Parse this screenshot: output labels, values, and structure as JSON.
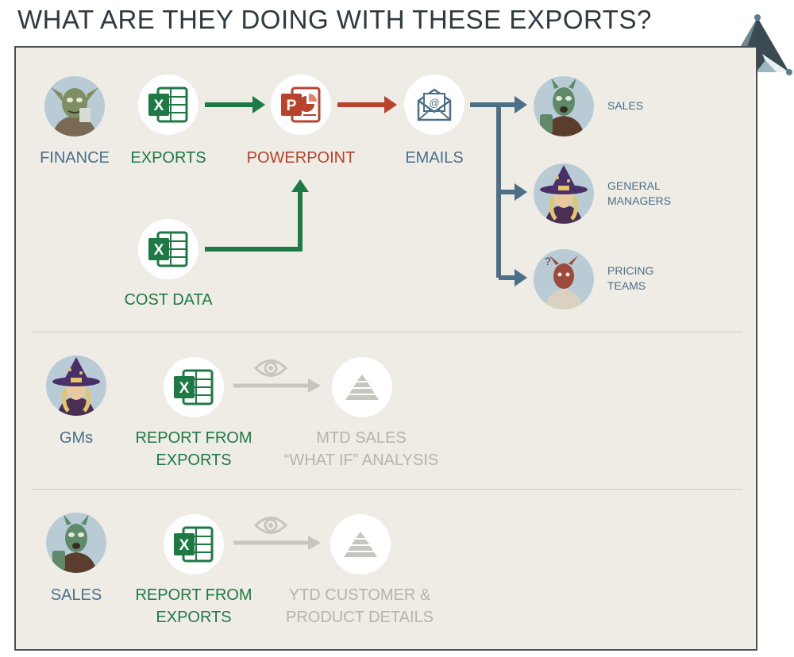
{
  "title": "WHAT ARE THEY DOING WITH THESE EXPORTS?",
  "flow": {
    "finance": "FINANCE",
    "exports": "EXPORTS",
    "powerpoint": "POWERPOINT",
    "emails": "EMAILS",
    "cost_data": "COST DATA",
    "recipients": {
      "sales": "SALES",
      "general_managers_line1": "GENERAL",
      "general_managers_line2": "MANAGERS",
      "pricing_line1": "PRICING",
      "pricing_line2": "TEAMS"
    }
  },
  "gms_row": {
    "who": "GMs",
    "report_line1": "REPORT FROM",
    "report_line2": "EXPORTS",
    "analysis_line1": "MTD SALES",
    "analysis_line2": "“WHAT IF” ANALYSIS"
  },
  "sales_row": {
    "who": "SALES",
    "report_line1": "REPORT FROM",
    "report_line2": "EXPORTS",
    "analysis_line1": "YTD CUSTOMER &",
    "analysis_line2": "PRODUCT DETAILS"
  },
  "icons": {
    "excel": "excel-icon",
    "powerpoint": "powerpoint-icon",
    "email": "email-icon",
    "eye": "eye-icon",
    "pyramid": "pyramid-icon",
    "logo": "triangle-logo"
  },
  "colors": {
    "excel_green": "#1d7a45",
    "powerpoint_red": "#b8432c",
    "email_blue": "#4b7088",
    "muted_gray": "#c8c5bf",
    "panel_bg": "#efebe5"
  }
}
